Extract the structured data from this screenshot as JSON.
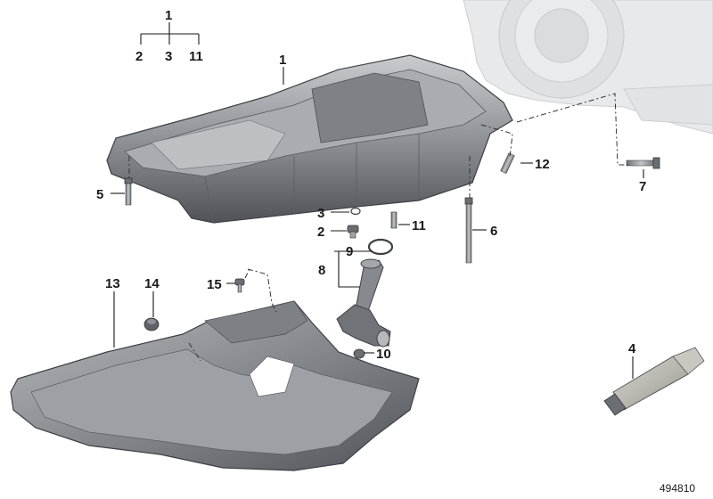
{
  "callouts": {
    "c1_top": "1",
    "c2_top": "2",
    "c3_top": "3",
    "c11_top": "11",
    "c1": "1",
    "c2": "2",
    "c3": "3",
    "c4": "4",
    "c5": "5",
    "c6": "6",
    "c7": "7",
    "c8": "8",
    "c9": "9",
    "c10": "10",
    "c11": "11",
    "c12": "12",
    "c13": "13",
    "c14": "14",
    "c15": "15"
  },
  "reference_number": "494810",
  "colors": {
    "part_dark": "#5c6064",
    "part_mid": "#8a8e92",
    "part_light": "#c4c7ca",
    "ghost": "#e3e4e5",
    "line": "#1a1a1a"
  }
}
